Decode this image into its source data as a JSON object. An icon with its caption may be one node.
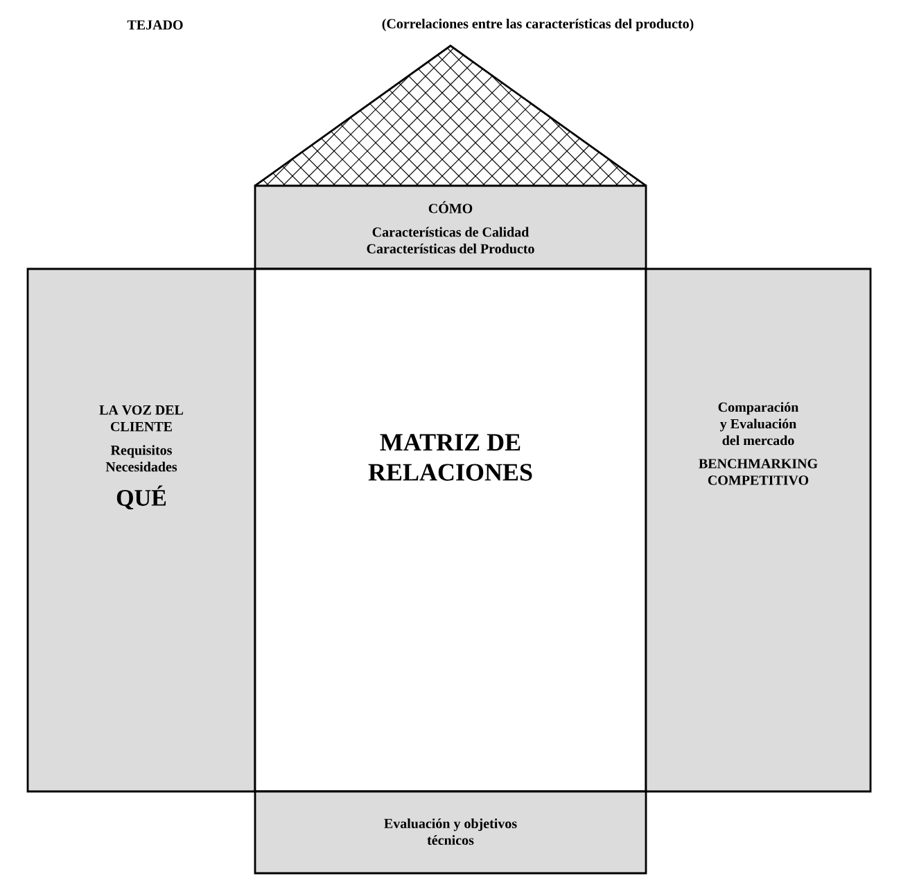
{
  "diagram": {
    "nodes": [
      {
        "text": [],
        "shape": "triangle"
      },
      {
        "text": [
          "CÓMO",
          "Características de Calidad Características del Producto"
        ]
      },
      {
        "text": [
          "LA VOZ DEL CLIENTE",
          "Requisitos Necesidades",
          "QUÉ"
        ]
      },
      {
        "text": [
          "MATRIZ DE RELACIONES"
        ]
      },
      {
        "text": [
          "Comparación y Evaluación del mercado",
          "BENCHMARKING COMPETITIVO"
        ]
      },
      {
        "text": [
          "Evaluación y objetivos técnicos"
        ]
      }
    ],
    "labels": [
      "TEJADO",
      "(Correlaciones entre las características del producto)"
    ]
  }
}
